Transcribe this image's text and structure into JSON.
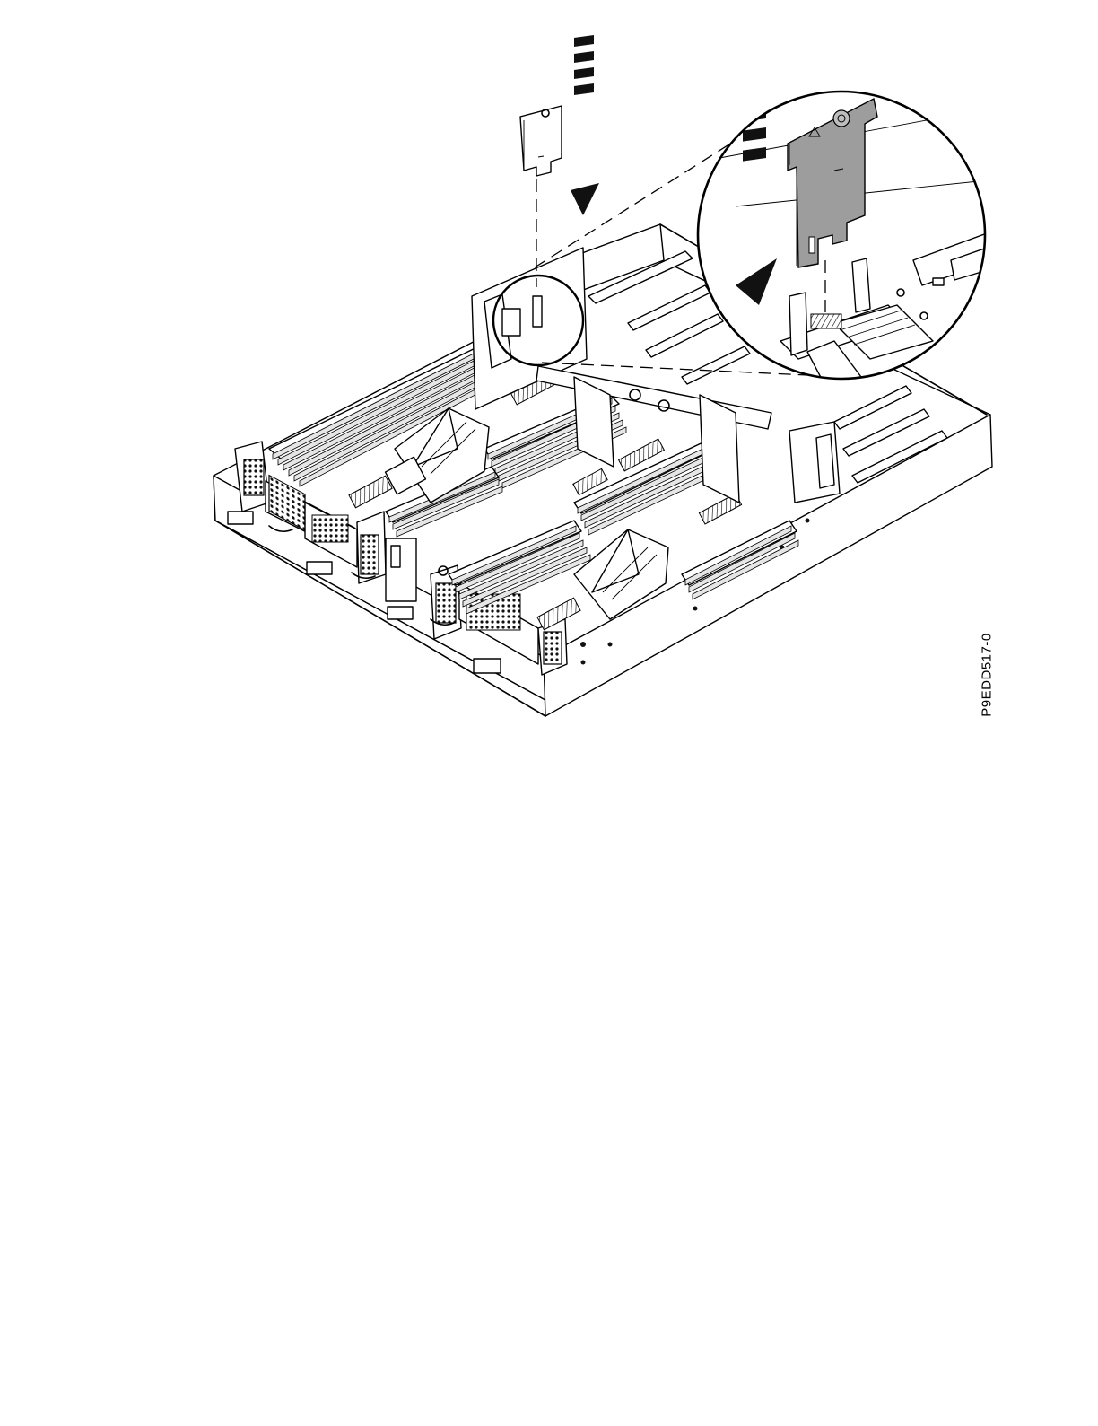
{
  "figure": {
    "figure_id": "P9EDD517-0"
  },
  "icons": {
    "arrow_small": "down-arrow-icon",
    "arrow_detail": "down-arrow-icon",
    "callout": "magnifier-callout",
    "part": "riser-retainer-bracket"
  }
}
